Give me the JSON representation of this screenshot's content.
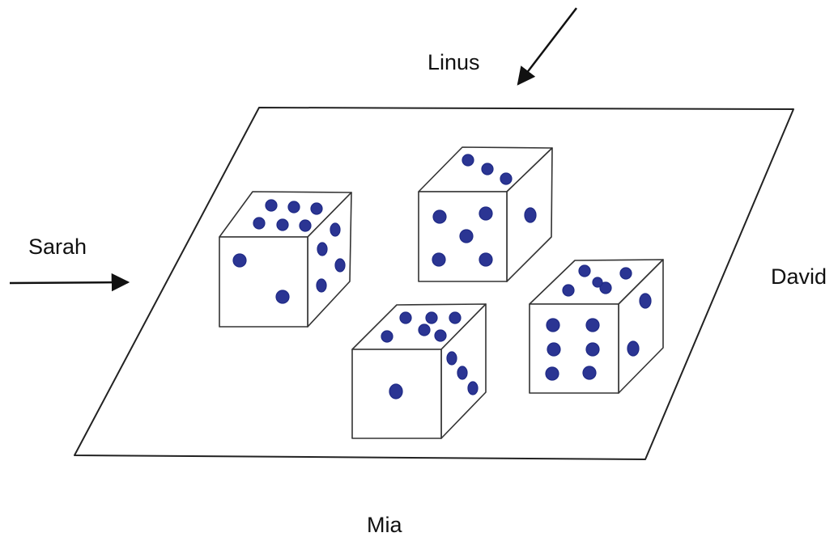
{
  "people": {
    "top": "Linus",
    "left": "Sarah",
    "right": "David",
    "bottom": "Mia"
  },
  "colors": {
    "pip": "#2b3593",
    "line": "#222222"
  }
}
